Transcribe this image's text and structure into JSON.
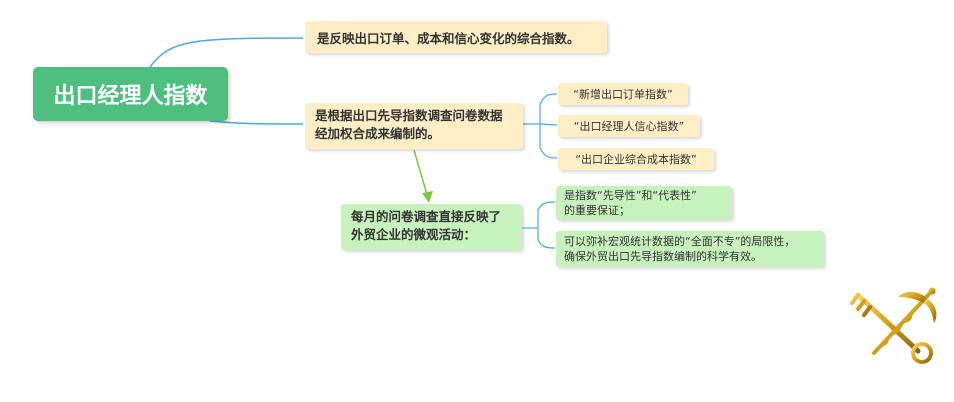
{
  "root": {
    "label": "出口经理人指数"
  },
  "nodes": {
    "n1": "是反映出口订单、成本和信心变化的综合指数。",
    "n2_line1": "是根据出口先导指数调查问卷数据",
    "n2_line2": "经加权合成来编制的。",
    "n3_line1": "每月的问卷调查直接反映了",
    "n3_line2": "外贸企业的微观活动："
  },
  "sub_indices": [
    "“新增出口订单指数”",
    "“出口经理人信心指数”",
    "“出口企业综合成本指数”"
  ],
  "survey_points": [
    {
      "line1": "是指数“先导性”和“代表性”",
      "line2": "的重要保证；"
    },
    {
      "line1": "可以弥补宏观统计数据的“全面不专”的局限性，",
      "line2": "确保外贸出口先导指数编制的科学有效。"
    }
  ],
  "colors": {
    "root_bg": "#4fbf80",
    "tan_bg": "#fdeec6",
    "green_bg": "#c8f2bd",
    "connector_blue": "#4aa8e0",
    "arrow_green": "#7cc840",
    "logo_gold": "#d4a017"
  },
  "logo": {
    "icon": "customs-emblem-icon"
  }
}
